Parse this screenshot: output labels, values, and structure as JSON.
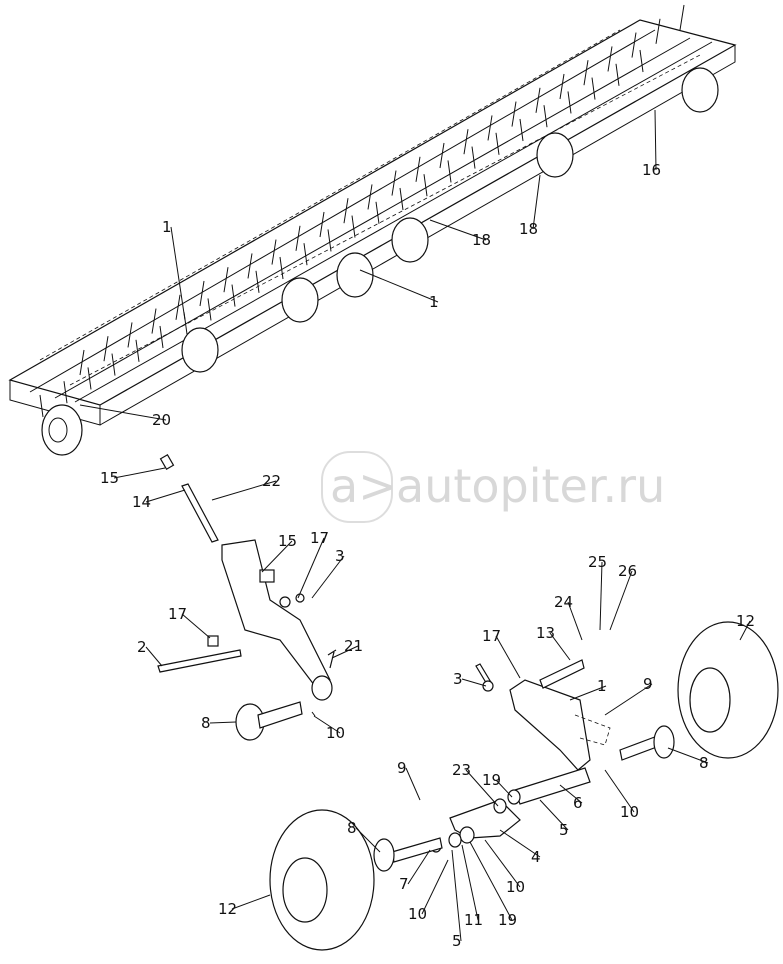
{
  "watermark": {
    "text": "autopiter.ru",
    "logo": "a>"
  },
  "callouts": {
    "frame": [
      "1",
      "1",
      "18",
      "18",
      "16",
      "20"
    ],
    "left_assembly": [
      "15",
      "22",
      "14",
      "15",
      "17",
      "3",
      "17",
      "2",
      "21",
      "8",
      "10"
    ],
    "right_assembly": [
      "25",
      "26",
      "24",
      "13",
      "17",
      "12",
      "3",
      "1",
      "9",
      "8",
      "10",
      "6",
      "19",
      "23",
      "9",
      "5",
      "4",
      "10",
      "8",
      "7",
      "10",
      "11",
      "19",
      "5",
      "12"
    ]
  }
}
